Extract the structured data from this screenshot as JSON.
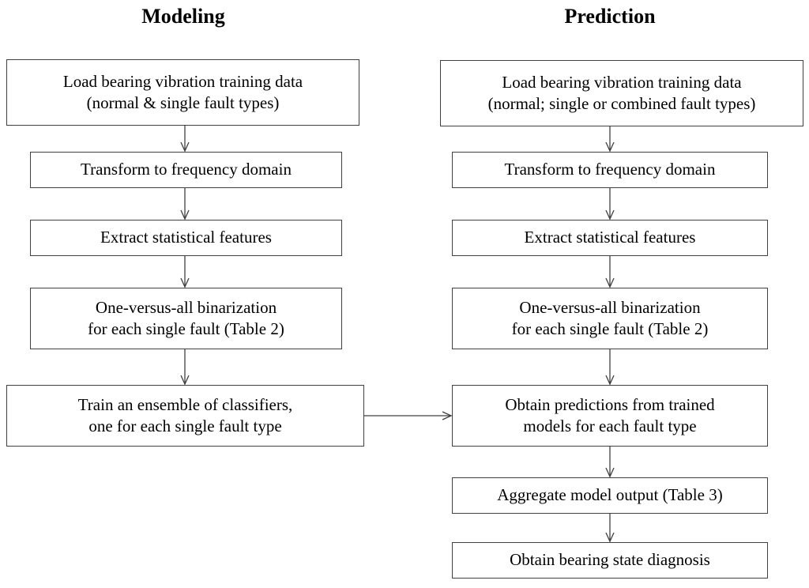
{
  "modeling": {
    "title": "Modeling",
    "steps": [
      {
        "line1": "Load bearing vibration training data",
        "line2": "(normal & single fault types)"
      },
      {
        "line1": "Transform to frequency domain"
      },
      {
        "line1": "Extract statistical features"
      },
      {
        "line1": "One-versus-all binarization",
        "line2": "for each single fault (Table 2)"
      },
      {
        "line1": "Train an ensemble of classifiers,",
        "line2": "one for each single fault type"
      }
    ]
  },
  "prediction": {
    "title": "Prediction",
    "steps": [
      {
        "line1": "Load bearing vibration training data",
        "line2": "(normal; single or combined fault types)"
      },
      {
        "line1": "Transform to frequency domain"
      },
      {
        "line1": "Extract statistical features"
      },
      {
        "line1": "One-versus-all binarization",
        "line2": "for each single fault (Table 2)"
      },
      {
        "line1": "Obtain predictions from trained",
        "line2": "models for each fault type"
      },
      {
        "line1": "Aggregate model output (Table 3)"
      },
      {
        "line1": "Obtain bearing state diagnosis"
      }
    ]
  },
  "colors": {
    "border": "#404040",
    "arrow": "#404040",
    "text": "#000000",
    "background": "#ffffff"
  }
}
